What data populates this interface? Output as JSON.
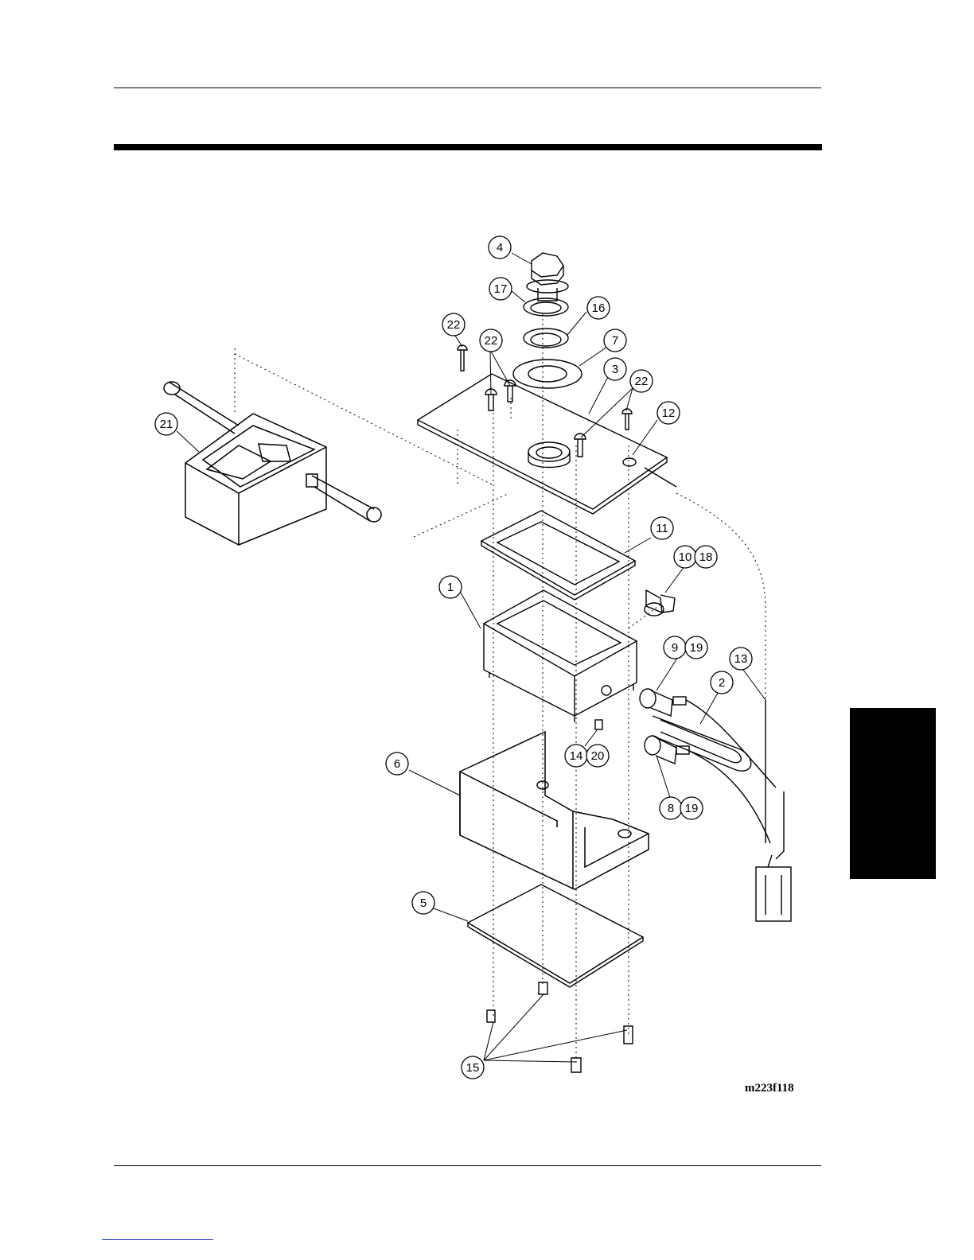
{
  "figure": {
    "id": "m223f118",
    "callouts": [
      "4",
      "17",
      "16",
      "22",
      "22",
      "7",
      "3",
      "22",
      "12",
      "21",
      "11",
      "10",
      "18",
      "1",
      "9",
      "19",
      "13",
      "2",
      "14",
      "20",
      "6",
      "8",
      "19",
      "5",
      "15"
    ]
  },
  "colors": {
    "ink": "#000000",
    "paper": "#ffffff",
    "tab": "#000000",
    "footer_link": "#1a2fbf"
  }
}
